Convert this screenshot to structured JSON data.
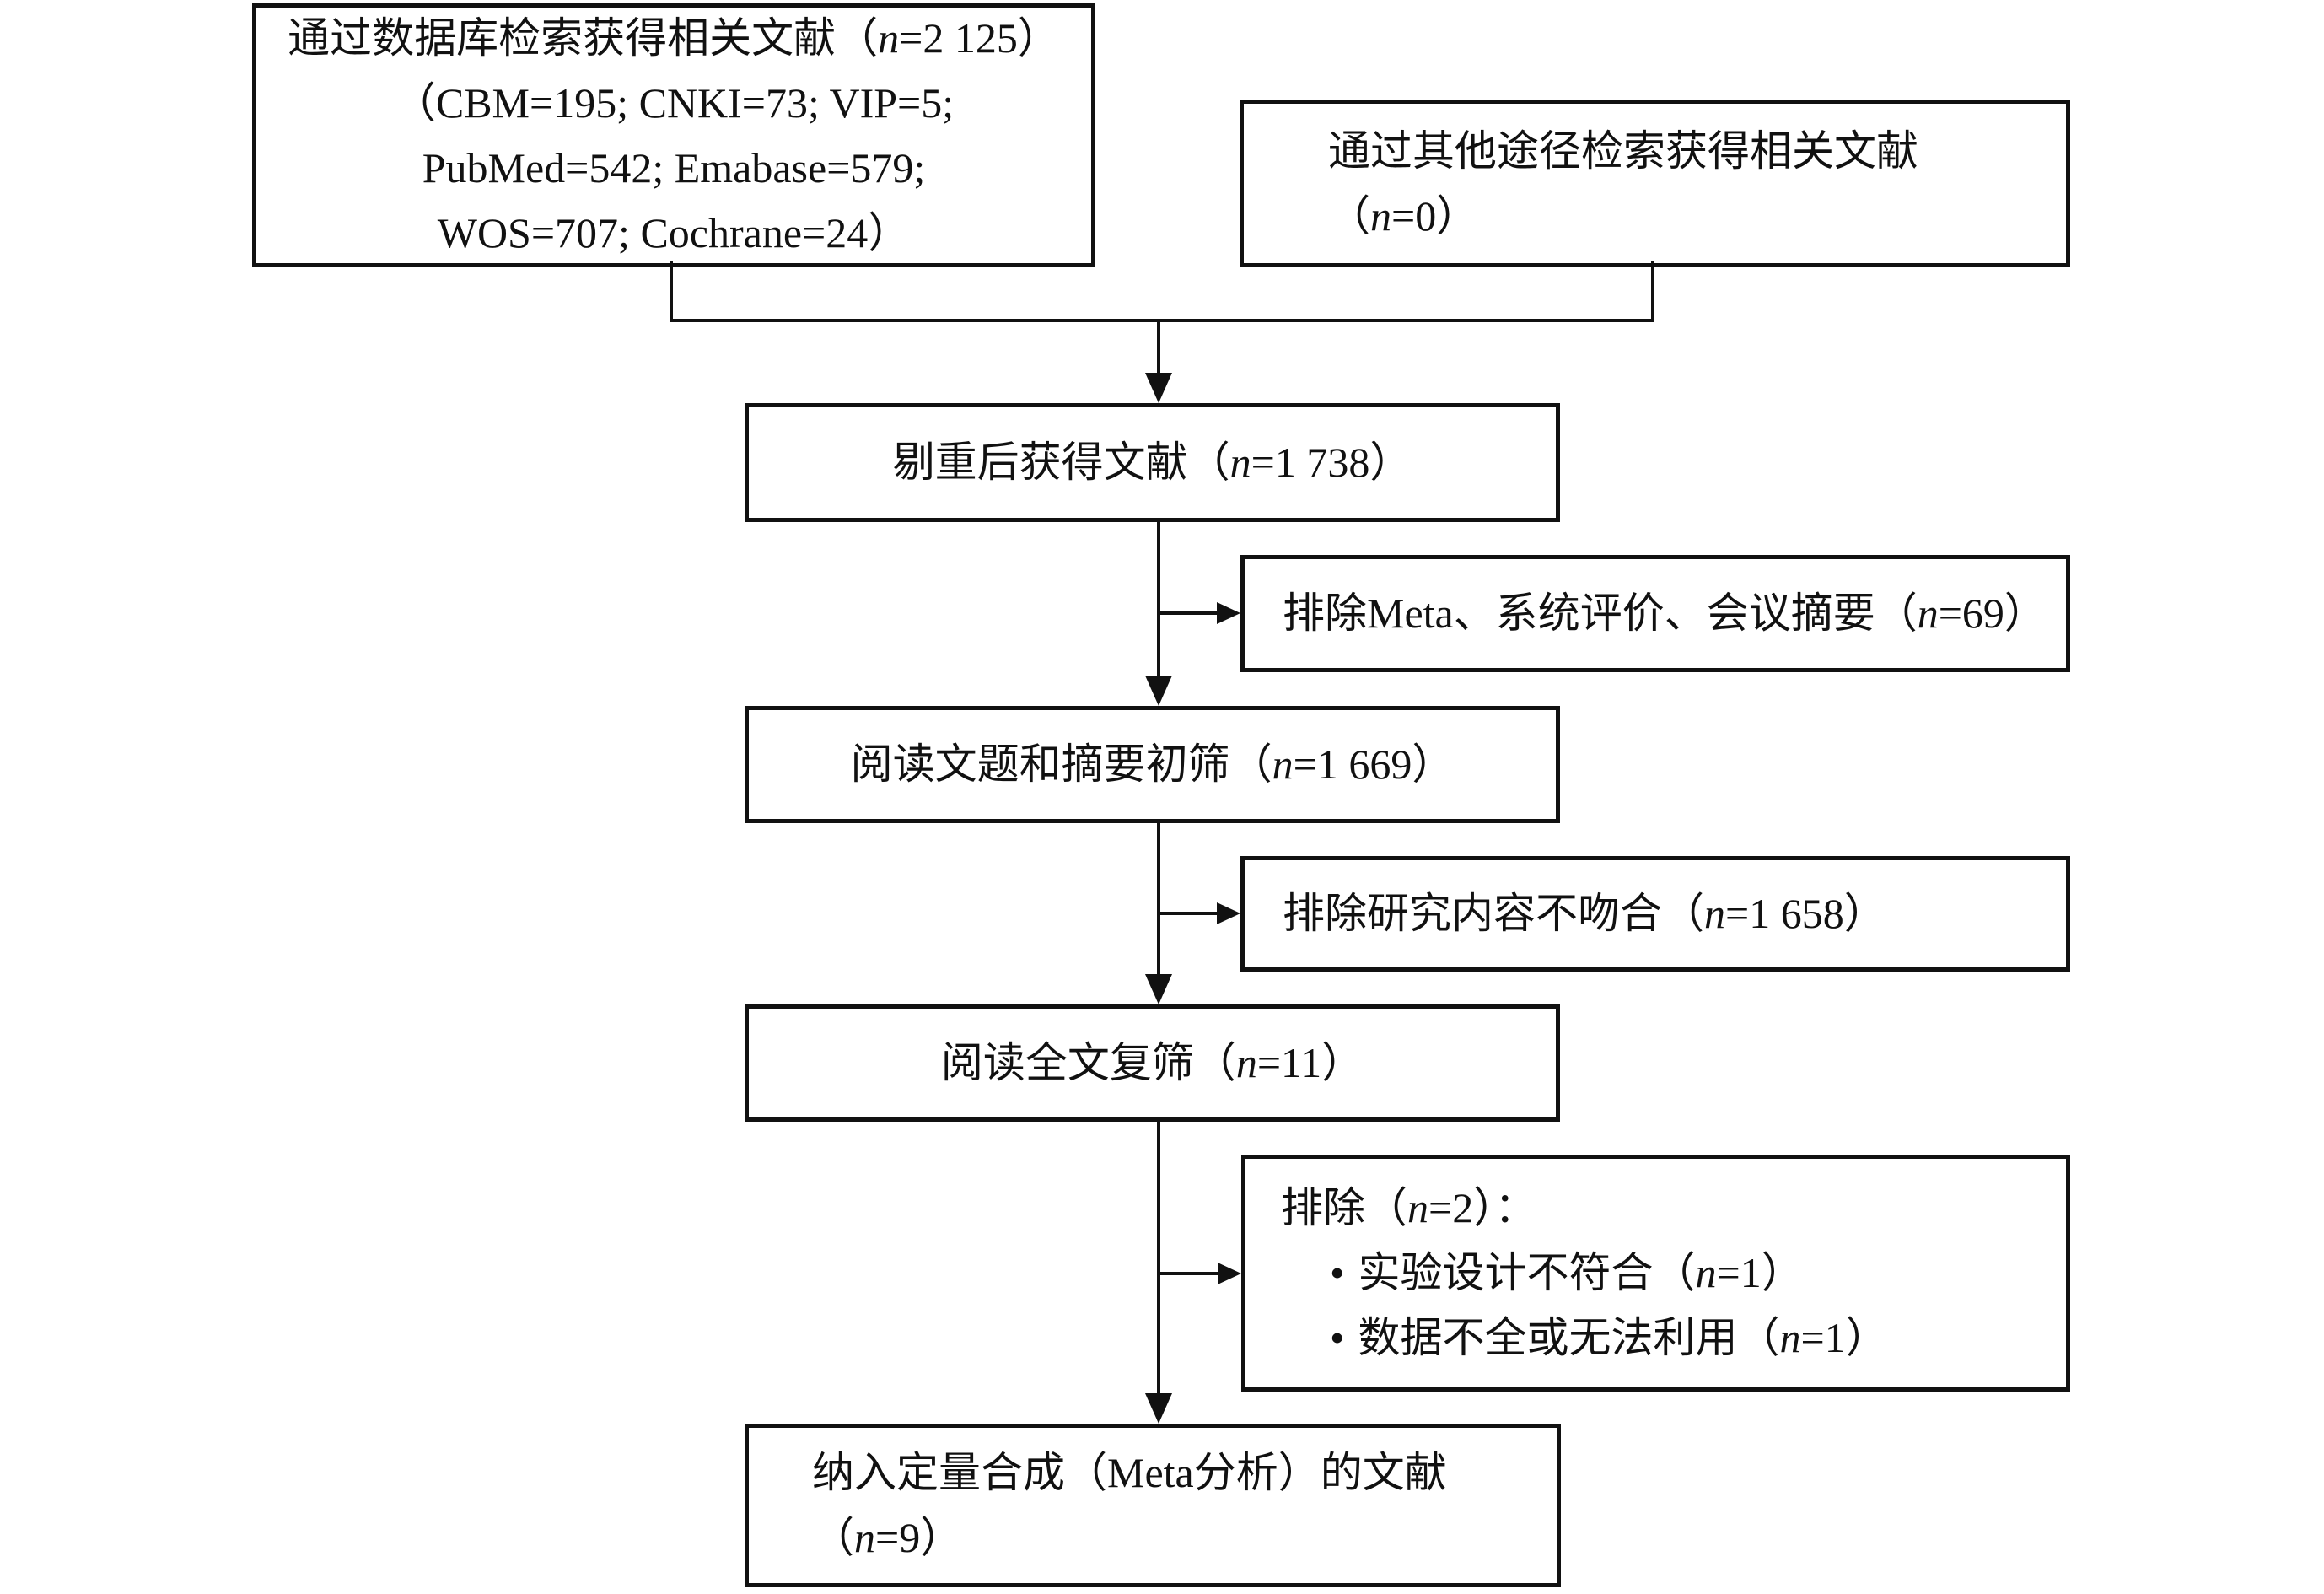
{
  "flowchart": {
    "colors": {
      "line": "#111111",
      "background": "#ffffff"
    },
    "bullet": "•",
    "boxes": {
      "database_search": {
        "lines": [
          "通过数据库检索获得相关文献（n=2 125）",
          "（CBM=195; CNKI=73; VIP=5;",
          "PubMed=542; Emabase=579;",
          "WOS=707; Cochrane=24）"
        ]
      },
      "other_sources": {
        "lines": [
          "通过其他途径检索获得相关文献",
          "（n=0）"
        ]
      },
      "deduplicated": {
        "text": "剔重后获得文献（n=1 738）"
      },
      "exclude_type": {
        "text": "排除Meta、系统评价、会议摘要（n=69）"
      },
      "title_abstract_screening": {
        "text": "阅读文题和摘要初筛（n=1 669）"
      },
      "exclude_irrelevant": {
        "text": "排除研究内容不吻合（n=1 658）"
      },
      "fulltext_screening": {
        "text": "阅读全文复筛（n=11）"
      },
      "exclude_fulltext": {
        "title": "排除（n=2）：",
        "items": [
          "实验设计不符合（n=1）",
          "数据不全或无法利用（n=1）"
        ]
      },
      "included": {
        "lines": [
          "纳入定量合成（Meta分析）的文献",
          "（n=9）"
        ]
      }
    }
  }
}
